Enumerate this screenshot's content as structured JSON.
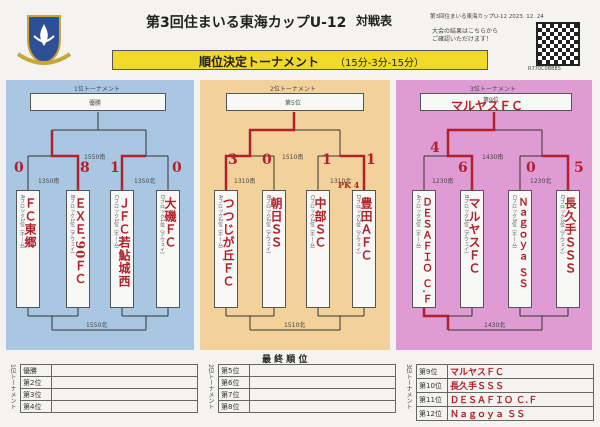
{
  "header": {
    "title": "第3回住まいる東海カップU-12",
    "subtitle": "対戦表",
    "small_title": "第3回住まいる東海カップU-12 2023. 12. 24",
    "qr_note": [
      "大会の結果はこちらから",
      "ご確認いただけます！"
    ],
    "qr_code": "R770C0BB8S",
    "banner": "順位決定トーナメント",
    "banner_rule": "（15分-3分-15分）"
  },
  "panels": [
    {
      "title": "1位トーナメント",
      "winner_label": "優勝",
      "final_time": "1550南",
      "left_time": "1350南",
      "right_time": "1350北",
      "bottom_time": "1550北",
      "slots": [
        {
          "label": "Aブロック1位（ホーム）",
          "team": "ＦＣ東郷"
        },
        {
          "label": "Bブロック1位（アウェイ）",
          "team": "ＥＸＥ'90ＦＣ"
        },
        {
          "label": "Cブロック1位（ホーム）",
          "team": "ＪＦＣ若鮎城西"
        },
        {
          "label": "Dブロック1位（アウェイ）",
          "team": "大磯ＦＣ"
        }
      ],
      "scores": [
        "0",
        "8",
        "1",
        "0"
      ]
    },
    {
      "title": "2位トーナメント",
      "winner_label": "第5位",
      "final_time": "1510南",
      "left_time": "1310南",
      "right_time": "1310北",
      "bottom_time": "1510北",
      "slots": [
        {
          "label": "Aブロック2位（ホーム）",
          "team": "つつじが丘ＦＣ"
        },
        {
          "label": "Bブロック2位（アウェイ）",
          "team": "朝日ＳＳ"
        },
        {
          "label": "Cブロック2位（ホーム）",
          "team": "中部ＳＣ"
        },
        {
          "label": "Dブロック2位（アウェイ）",
          "team": "豊田ＡＦＣ"
        }
      ],
      "scores": [
        "3",
        "0",
        "1",
        "1"
      ],
      "pk": "PK 4"
    },
    {
      "title": "3位トーナメント",
      "winner_label": "第9位",
      "final_time": "1430南",
      "left_time": "1230南",
      "right_time": "1230北",
      "bottom_time": "1430北",
      "winner_name": "マルヤスＦＣ",
      "slots": [
        {
          "label": "Aブロック3位（ホーム）",
          "team": "ＤＥＳＡＦＩＯ Ｃ.Ｆ"
        },
        {
          "label": "Bブロック3位（アウェイ）",
          "team": "マルヤスＦＣ"
        },
        {
          "label": "Cブロック3位（ホーム）",
          "team": "Ｎａｇｏｙａ ＳＳ"
        },
        {
          "label": "Dブロック3位（アウェイ）",
          "team": "長久手ＳＳＳ"
        }
      ],
      "scores": [
        "4",
        "6",
        "0",
        "5"
      ]
    }
  ],
  "final": {
    "heading": "最 終 順 位",
    "t1_label": "1位トーナメント",
    "t2_label": "2位トーナメント",
    "t3_label": "3位トーナメント",
    "t1_rows": [
      "優勝",
      "第2位",
      "第3位",
      "第4位"
    ],
    "t2_rows": [
      "第5位",
      "第6位",
      "第7位",
      "第8位"
    ],
    "t3_rows": [
      "第9位",
      "第10位",
      "第11位",
      "第12位"
    ],
    "t3_values": [
      "マルヤスＦＣ",
      "長久手ＳＳＳ",
      "ＤＥＳＡＦＩＯ Ｃ.Ｆ",
      "Ｎａｇｏｙａ ＳＳ"
    ]
  },
  "colors": {
    "blue": "#a9c7e3",
    "orange": "#f2d29a",
    "pink": "#df9bd3",
    "banner": "#f1d92a",
    "ink": "#b3202a"
  }
}
